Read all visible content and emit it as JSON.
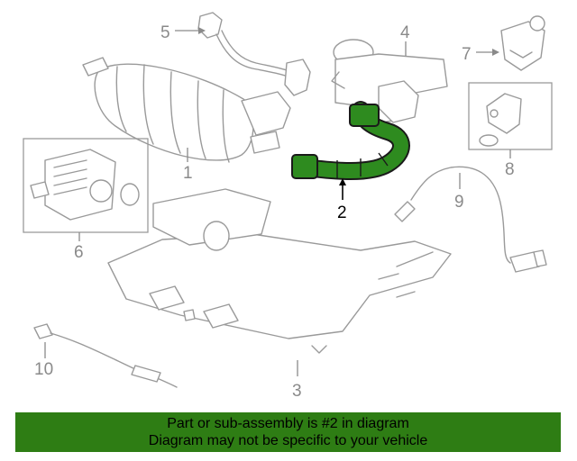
{
  "diagram": {
    "callouts": [
      {
        "id": "1",
        "label": "1"
      },
      {
        "id": "2",
        "label": "2",
        "highlighted": true
      },
      {
        "id": "3",
        "label": "3"
      },
      {
        "id": "4",
        "label": "4"
      },
      {
        "id": "5",
        "label": "5"
      },
      {
        "id": "6",
        "label": "6"
      },
      {
        "id": "7",
        "label": "7"
      },
      {
        "id": "8",
        "label": "8"
      },
      {
        "id": "9",
        "label": "9"
      },
      {
        "id": "10",
        "label": "10"
      }
    ],
    "colors": {
      "highlight_part": "#2e8b1f",
      "line_art": "#9a9a9a",
      "callout_text": "#8a8a8a",
      "banner_bg": "#2e7d14"
    }
  },
  "banner": {
    "line1": "Part or sub-assembly is #2 in diagram",
    "line2": "Diagram may not be specific to your vehicle"
  }
}
